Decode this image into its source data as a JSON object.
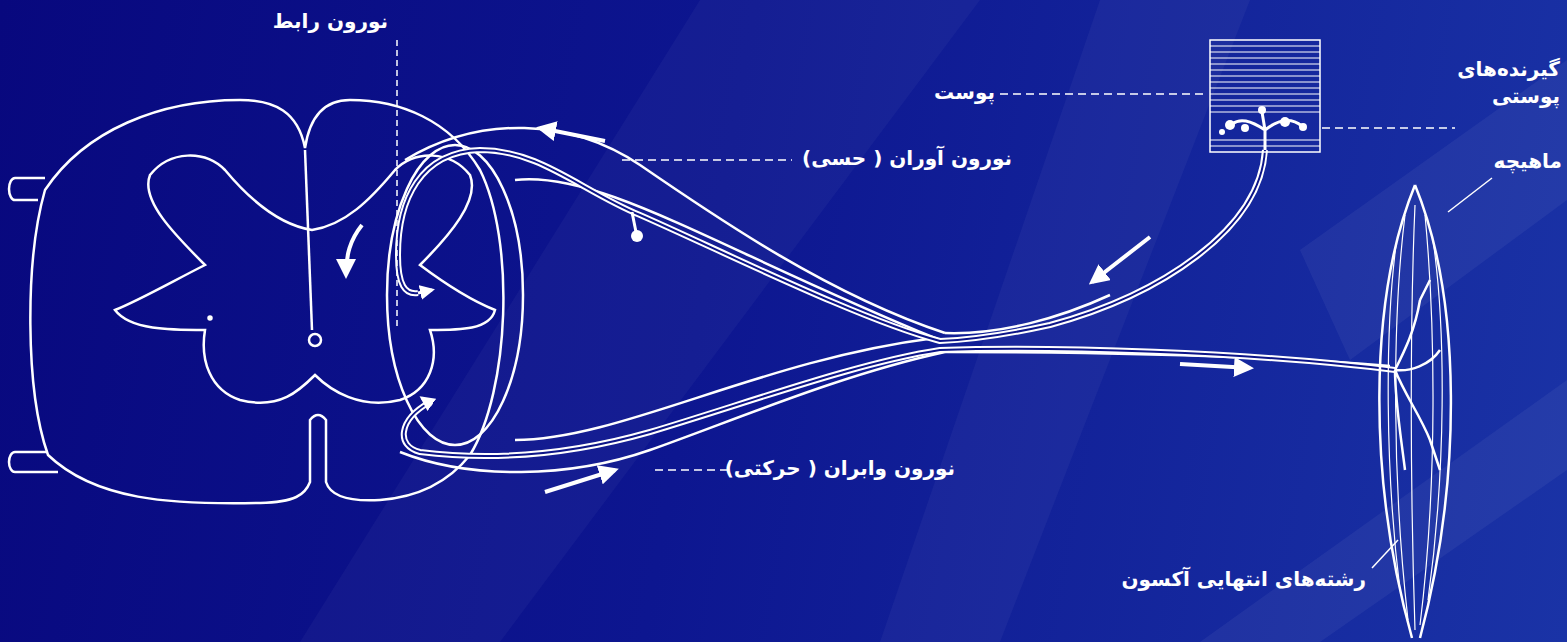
{
  "diagram": {
    "labels": [
      "نورون رابط",
      "پوست",
      "گیرنده‌های پوستی",
      "نورون آوران ( حسی)",
      "ماهیچه",
      "نورون وابران ( حرکتی)",
      "رشته‌های انتهایی آکسون"
    ]
  }
}
